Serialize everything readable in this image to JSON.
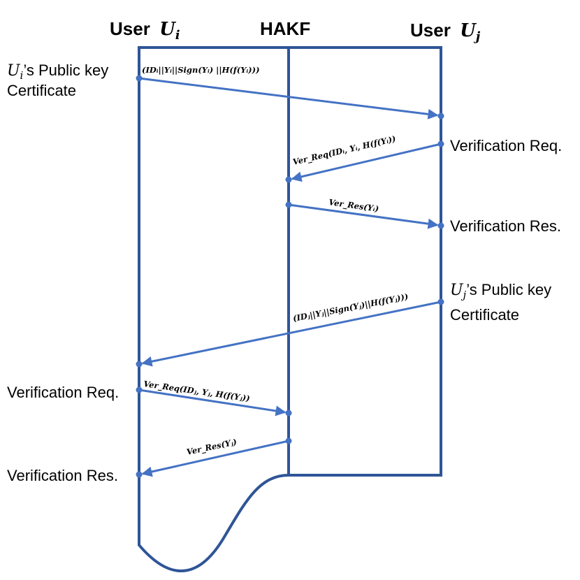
{
  "actors": {
    "user_i": {
      "label": "User",
      "sub": "U",
      "subscript": "i"
    },
    "hakf": {
      "label": "HAKF"
    },
    "user_j": {
      "label": "User",
      "sub": "U",
      "subscript": "j"
    }
  },
  "left_labels": {
    "ui_cert_line1_sym": "U",
    "ui_cert_line1_sub": "i",
    "ui_cert_line1_rest": "’s Public key",
    "ui_cert_line2": "Certificate",
    "verification_req": "Verification Req.",
    "verification_res": "Verification Res."
  },
  "right_labels": {
    "verification_req": "Verification Req.",
    "verification_res": "Verification Res.",
    "uj_cert_line1_sym": "U",
    "uj_cert_line1_sub": "j",
    "uj_cert_line1_rest": "’s Public key",
    "uj_cert_line2": "Certificate"
  },
  "messages": {
    "m1": "(IDᵢ||Yᵢ||Sign(Yᵢ) ||H(f(Yᵢ)))",
    "m2": "Ver_Req(IDᵢ, Yᵢ, H(f(Yᵢ))",
    "m3": "Ver_Res(Yᵢ)",
    "m4": "(IDⱼ||Yⱼ||Sign(Yⱼ)||H(f(Yⱼ)))",
    "m5": "Ver_Req(IDⱼ, Yⱼ, H(f(Yⱼ))",
    "m6": "Ver_Res(Yⱼ)"
  },
  "colors": {
    "lifeline": "#2F5597",
    "arrow": "#4472C4"
  }
}
